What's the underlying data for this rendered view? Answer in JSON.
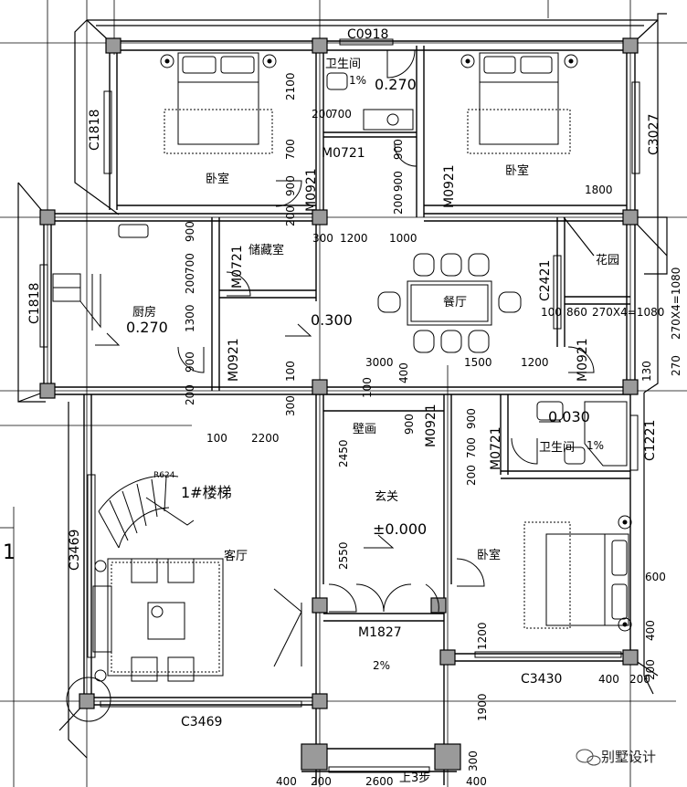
{
  "rooms": {
    "bedroom_nw": "卧室",
    "bedroom_ne": "卧室",
    "bedroom_se": "卧室",
    "bath_top": "卫生间",
    "bath_right": "卫生间",
    "storage": "储藏室",
    "kitchen": "厨房",
    "dining": "餐厅",
    "garden": "花园",
    "living": "客厅",
    "foyer": "玄关",
    "mural": "壁画",
    "stair": "1#楼梯",
    "stair_r": "R624"
  },
  "codes": {
    "c0918": "C0918",
    "c1818_top": "C1818",
    "c3027": "C3027",
    "m0721_top": "M0721",
    "m0921_left": "M0921",
    "m0921_right": "M0921",
    "m0721_store": "M0721",
    "c1818_kitchen": "C1818",
    "c2421": "C2421",
    "m0921_kitchen": "M0921",
    "m0921_garden": "M0921",
    "m0921_center": "M0921",
    "m0721_bath": "M0721",
    "c1221": "C1221",
    "c3469_left": "C3469",
    "c3469_bottom": "C3469",
    "m1827": "M1827",
    "c3430": "C3430"
  },
  "levels": {
    "bath_top": "0.270",
    "kitchen": "0.270",
    "dining": "0.300",
    "foyer": "±0.000",
    "bath_right": "0.030"
  },
  "slopes": {
    "bath_top": "1%",
    "bath_right": "1%",
    "porch": "2%"
  },
  "dims": {
    "d2100": "2100",
    "d200a": "200",
    "d700a": "700",
    "d700b": "700",
    "d900a": "900",
    "d200b": "200",
    "d200c": "200",
    "d900b": "900",
    "d900c": "900",
    "d1800": "1800",
    "d300a": "300",
    "d1200a": "1200",
    "d1000": "1000",
    "d900k": "900",
    "d700k": "700",
    "d200k": "200",
    "d1300": "1300",
    "d900k2": "900",
    "d200k2": "200",
    "d3000": "3000",
    "d1500": "1500",
    "d1200b": "1200",
    "d100a": "100",
    "d860": "860",
    "d270x4a": "270X4=1080",
    "d270x4b": "270X4=1080",
    "d100b": "100",
    "d300b": "300",
    "d100c": "100",
    "d400a": "400",
    "d100d": "100",
    "d2200": "2200",
    "d900d": "900",
    "d900e": "900",
    "d2450": "2450",
    "d700c": "700",
    "d200d": "200",
    "d2550": "2550",
    "d1200c": "1200",
    "d600": "600",
    "d400b": "400",
    "d400c": "400",
    "d200e": "200",
    "d200f": "200",
    "d1900": "1900",
    "d300c": "300",
    "d400d": "400",
    "d200g": "200",
    "d2600": "2600",
    "d400e": "400",
    "d130": "130",
    "d270": "270"
  },
  "stair_label": "上3步",
  "axis": "1",
  "watermark": "别墅设计"
}
